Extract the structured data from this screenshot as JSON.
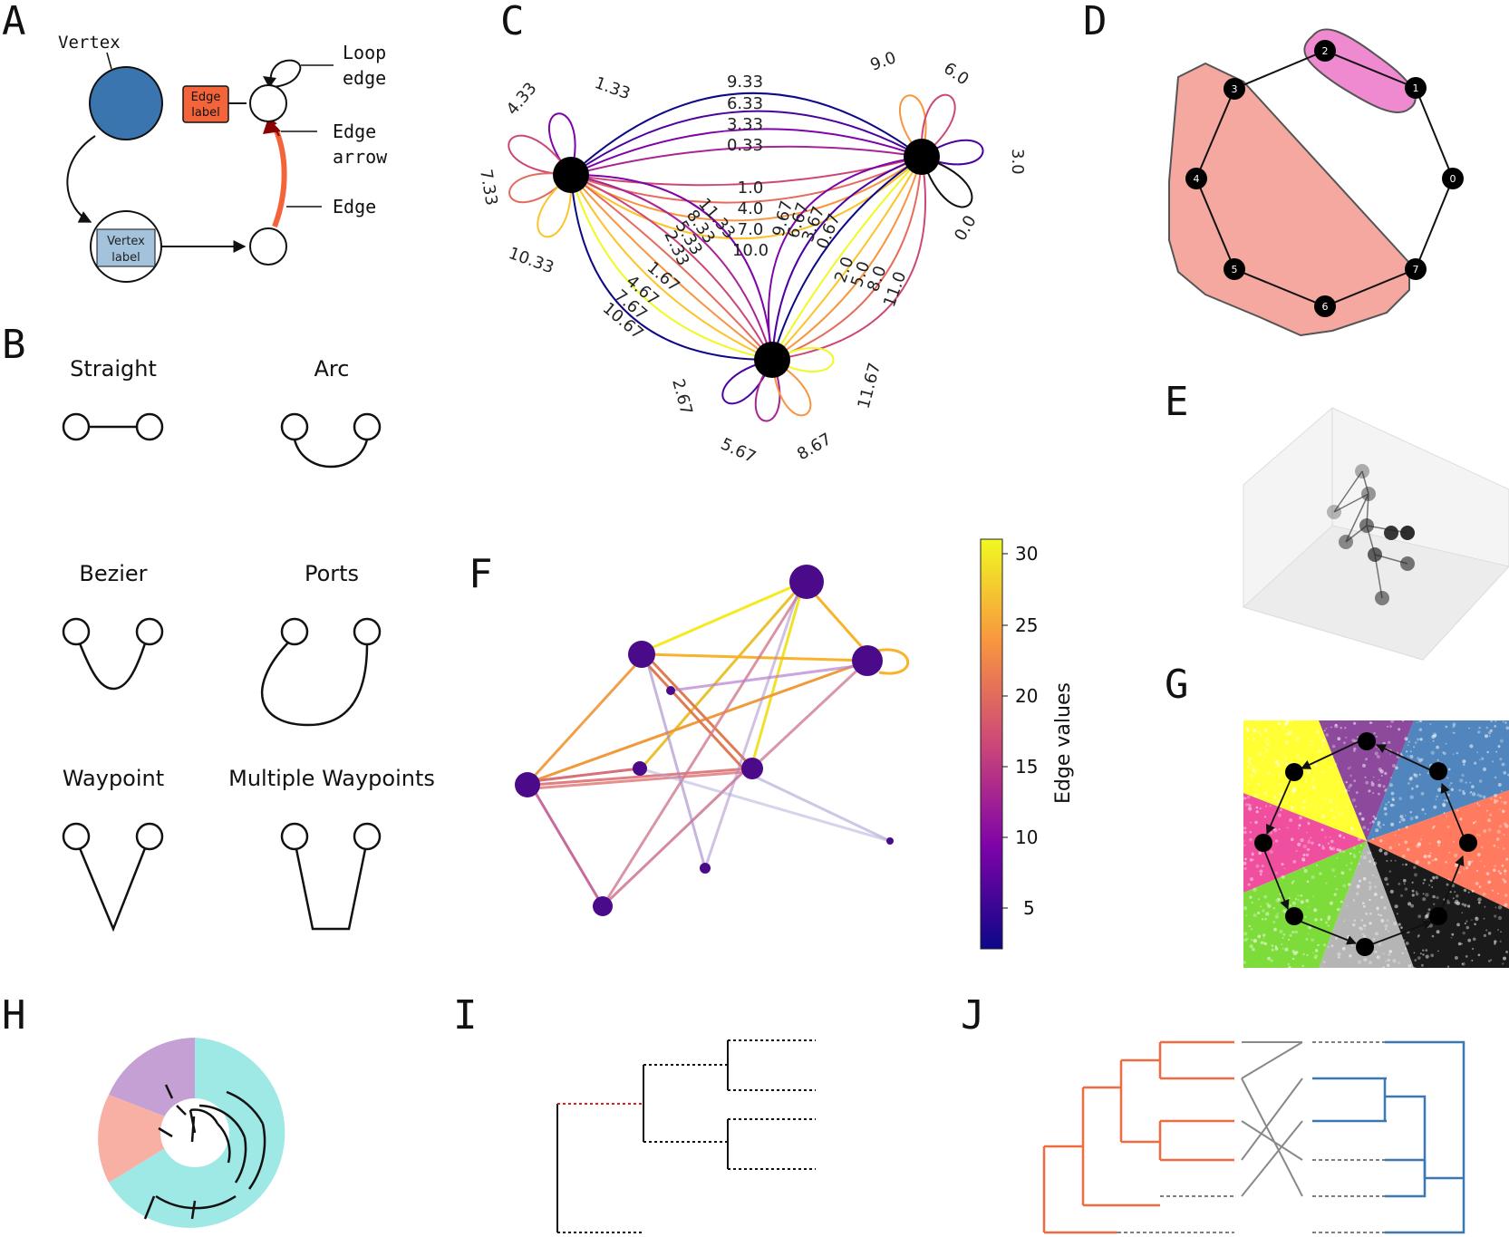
{
  "panel_labels": [
    "A",
    "B",
    "C",
    "D",
    "E",
    "F",
    "G",
    "H",
    "I",
    "J"
  ],
  "panelA": {
    "vertex": "Vertex",
    "loop_edge_line1": "Loop",
    "loop_edge_line2": "edge",
    "edge_arrow_line1": "Edge",
    "edge_arrow_line2": "arrow",
    "edge": "Edge",
    "edge_label_line1": "Edge",
    "edge_label_line2": "label",
    "vertex_label_line1": "Vertex",
    "vertex_label_line2": "label",
    "colors": {
      "vertex": "#3a75b0",
      "edge_label_box": "#f4643a",
      "vertex_label_box": "#a3c2dc",
      "edge_arrow": "#8b0000",
      "edge": "#f4643a"
    }
  },
  "panelB": {
    "styles": [
      "Straight",
      "Arc",
      "Bezier",
      "Ports",
      "Waypoint",
      "Multiple Waypoints"
    ]
  },
  "panelC": {
    "edge_labels": [
      "1.33",
      "4.33",
      "7.33",
      "10.33",
      "9.33",
      "6.33",
      "3.33",
      "0.33",
      "9.0",
      "6.0",
      "3.0",
      "0.0",
      "1.0",
      "4.0",
      "7.0",
      "10.0",
      "11.33",
      "8.33",
      "5.33",
      "2.33",
      "9.67",
      "6.67",
      "3.67",
      "0.67",
      "1.67",
      "4.67",
      "7.67",
      "10.67",
      "2.0",
      "5.0",
      "8.0",
      "11.0",
      "11.67",
      "8.67",
      "5.67",
      "2.67"
    ]
  },
  "panelD": {
    "nodes": [
      "0",
      "1",
      "2",
      "3",
      "4",
      "5",
      "6",
      "7"
    ],
    "colors": {
      "group_large": "#f4a8a0",
      "group_small": "#f08ad0"
    }
  },
  "panelF": {
    "colorbar_label": "Edge values",
    "colorbar_ticks": [
      "30",
      "25",
      "20",
      "15",
      "10",
      "5"
    ],
    "colorbar_range": [
      2,
      31
    ]
  },
  "panelG": {
    "colors": [
      "#ffff33",
      "#984ea3",
      "#377eb8",
      "#ff6e54",
      "#111111",
      "#aaaaaa",
      "#77dd22",
      "#f0479c"
    ]
  },
  "panelH": {
    "colors": {
      "teal": "#9ee8e6",
      "purple": "#c4a0d4",
      "salmon": "#f8b0a4"
    }
  },
  "panelJ": {
    "colors": {
      "left_tree": "#f06b40",
      "right_tree": "#3a78b4",
      "crossing": "#888888"
    }
  }
}
